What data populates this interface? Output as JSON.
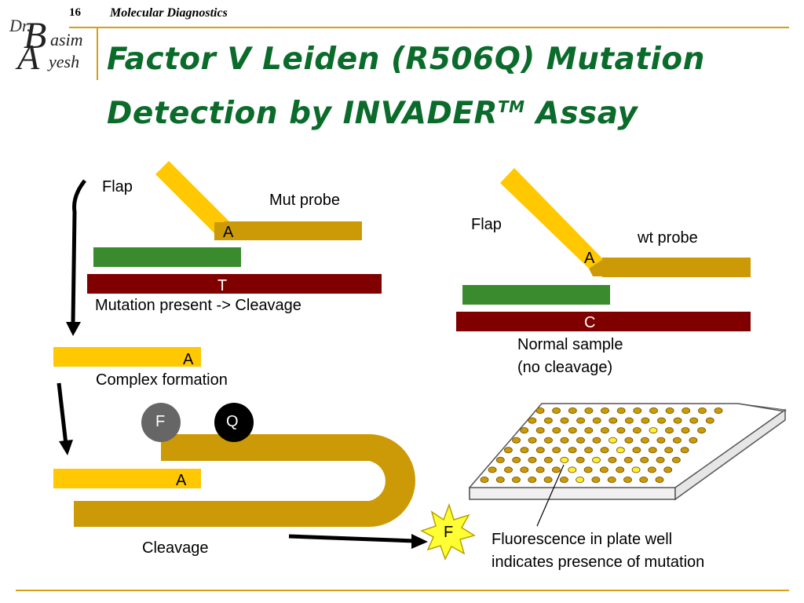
{
  "header": {
    "slide_number": "16",
    "course_title": "Molecular Diagnostics"
  },
  "logo": {
    "dr": "Dr.",
    "initial_b": "B",
    "asim": "asim",
    "initial_a": "A",
    "yesh": "yesh"
  },
  "title": {
    "line1": "Factor V Leiden (R506Q) Mutation",
    "line2_main": "Detection by INVADER",
    "trademark": "TM",
    "line2_end": " Assay"
  },
  "mutant_panel": {
    "flap_label": "Flap",
    "probe_label": "Mut probe",
    "probe_base": "A",
    "target_base": "T",
    "caption": "Mutation present -> Cleavage"
  },
  "wildtype_panel": {
    "flap_label": "Flap",
    "probe_label": "wt probe",
    "probe_base": "A",
    "target_base": "C",
    "caption_line1": "Normal sample",
    "caption_line2": "(no cleavage)"
  },
  "complex_panel": {
    "flap_base": "A",
    "caption": "Complex formation",
    "fluor_label": "F",
    "quencher_label": "Q",
    "hairpin_base": "A",
    "cleavage_caption": "Cleavage",
    "signal_label": "F"
  },
  "plate_panel": {
    "caption_line1": "Fluorescence in plate well",
    "caption_line2": "indicates presence of mutation"
  },
  "colors": {
    "title_green": "#0b6b2b",
    "flap_yellow": "#ffc800",
    "probe_gold": "#cc9a06",
    "primer_green": "#3a8a2e",
    "target_red": "#800000",
    "fluor_gray": "#666666",
    "rule_gold": "#d4a017"
  }
}
